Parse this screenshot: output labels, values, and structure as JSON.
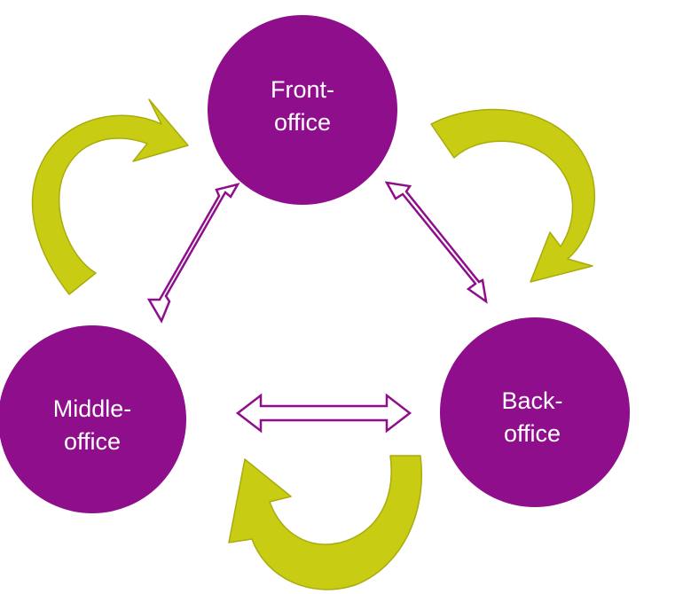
{
  "nodes": {
    "front": {
      "line1": "Front-",
      "line2": "office"
    },
    "middle": {
      "line1": "Middle-",
      "line2": "office"
    },
    "back": {
      "line1": "Back-",
      "line2": "office"
    }
  },
  "colors": {
    "node_fill": "#8e0e8c",
    "cycle_arrow": "#c8cc12",
    "cycle_arrow_edge": "#a9ac0c",
    "link_arrow_stroke": "#8e0e8c",
    "link_arrow_fill": "#ffffff",
    "label_text": "#ffffff"
  }
}
